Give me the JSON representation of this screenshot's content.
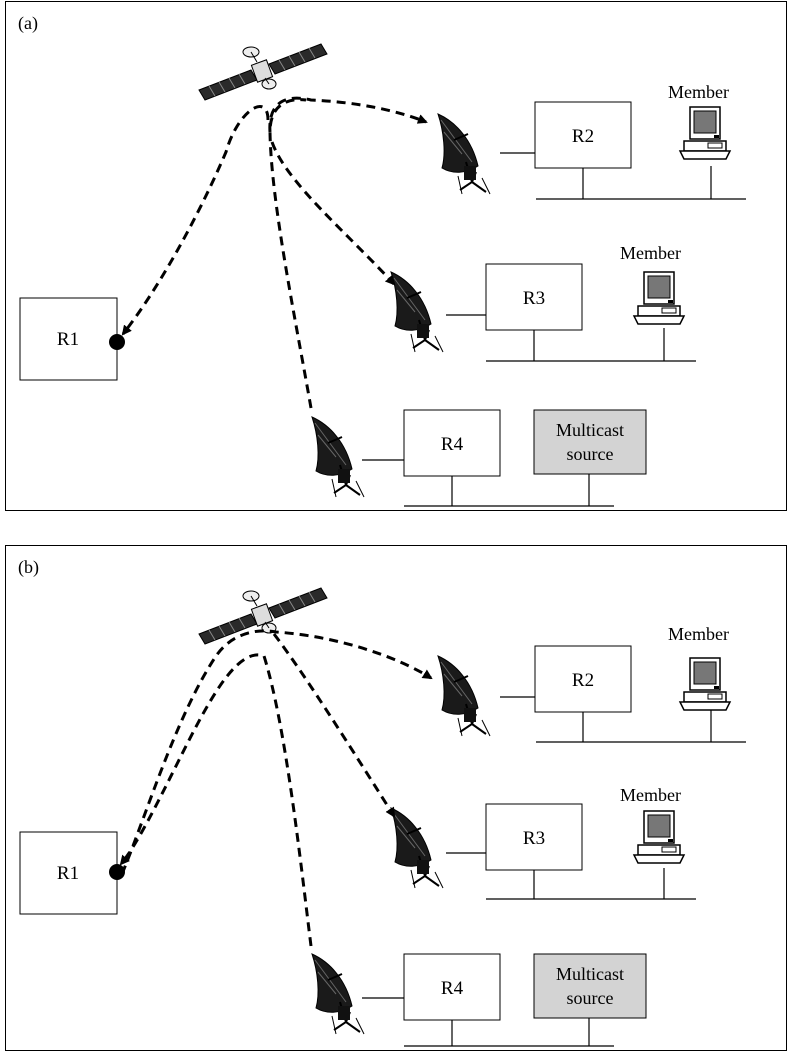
{
  "panels": [
    {
      "label": "(a)",
      "routers": {
        "r1": "R1",
        "r2": "R2",
        "r3": "R3",
        "r4": "R4"
      },
      "member_labels": [
        "Member",
        "Member"
      ],
      "source_label": [
        "Multicast",
        "source"
      ]
    },
    {
      "label": "(b)",
      "routers": {
        "r1": "R1",
        "r2": "R2",
        "r3": "R3",
        "r4": "R4"
      },
      "member_labels": [
        "Member",
        "Member"
      ],
      "source_label": [
        "Multicast",
        "source"
      ]
    }
  ],
  "colors": {
    "source_fill": "#d3d3d3",
    "satellite_panel": "#2a2a2a",
    "dish": "#1a1a1a",
    "screen": "#777777"
  },
  "icons": [
    "satellite-icon",
    "satellite-dish-icon",
    "computer-icon",
    "router-endpoint-dot"
  ]
}
